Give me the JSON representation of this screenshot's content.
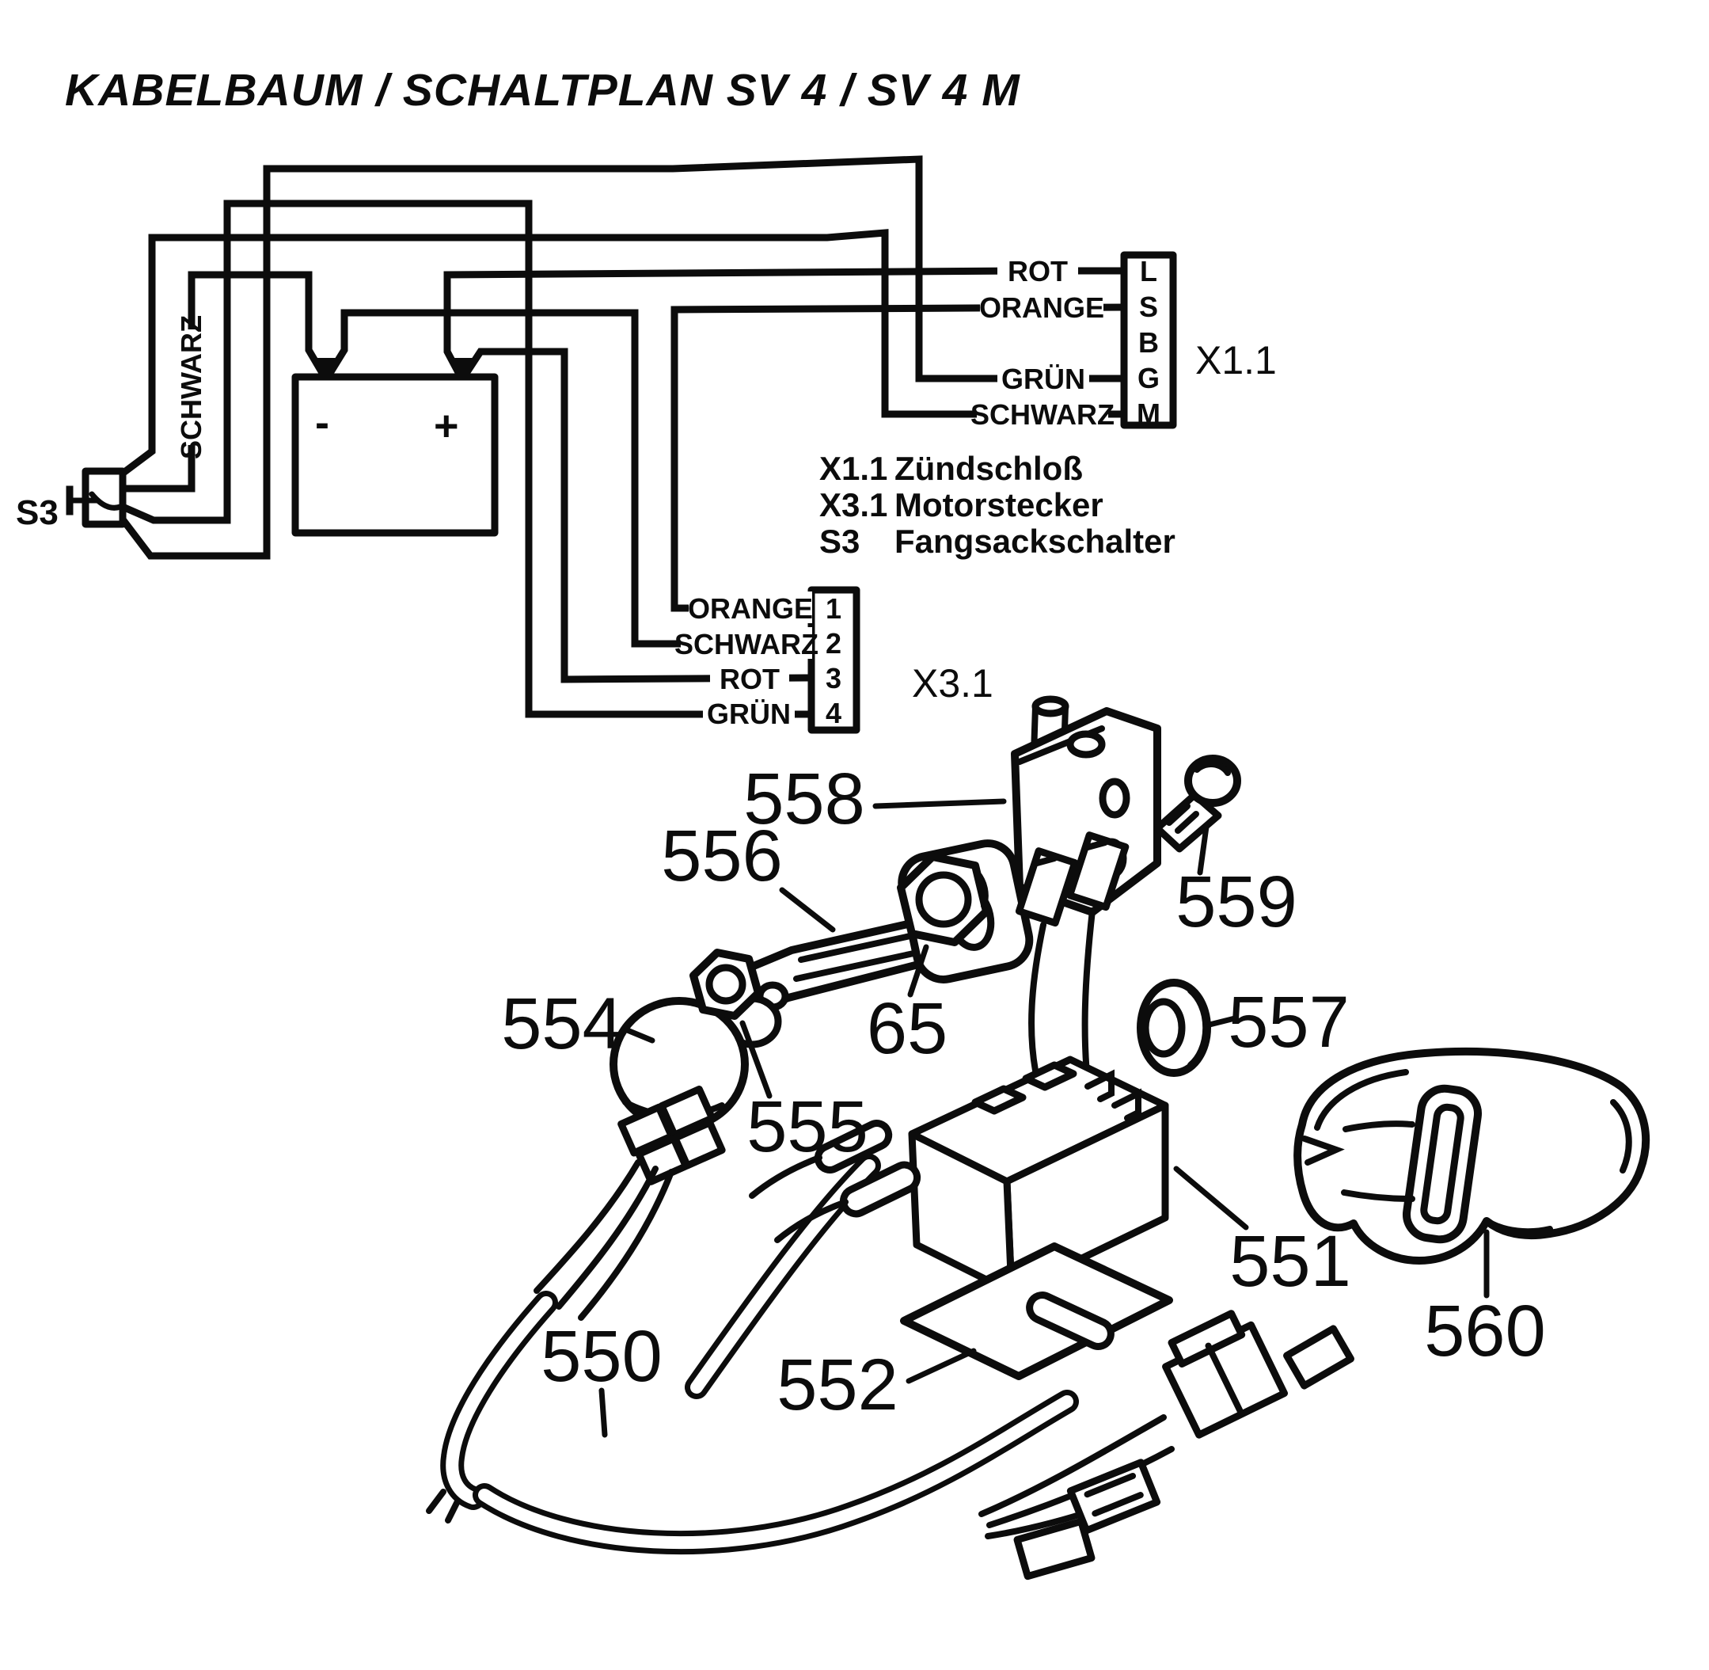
{
  "title": "KABELBAUM / SCHALTPLAN SV 4 / SV 4 M",
  "schematic": {
    "s3_label": "S3",
    "schwarz_vertical_label": "SCHWARZ",
    "battery": {
      "minus_label": "-",
      "plus_label": "+"
    },
    "x11": {
      "name": "X1.1",
      "pins": [
        "L",
        "S",
        "B",
        "G",
        "M"
      ],
      "wires": {
        "rot": "ROT",
        "orange": "ORANGE",
        "gruen": "GRÜN",
        "schwarz": "SCHWARZ"
      }
    },
    "x31": {
      "name": "X3.1",
      "pins": [
        "1",
        "2",
        "3",
        "4"
      ],
      "wires": {
        "orange": "ORANGE",
        "schwarz": "SCHWARZ",
        "rot": "ROT",
        "gruen": "GRÜN"
      }
    },
    "legend": [
      {
        "key": "X1.1",
        "label": "Zündschloß"
      },
      {
        "key": "X3.1",
        "label": "Motorstecker"
      },
      {
        "key": "S3",
        "label": "Fangsackschalter"
      }
    ]
  },
  "parts": {
    "p550": {
      "number": "550"
    },
    "p551": {
      "number": "551"
    },
    "p552": {
      "number": "552"
    },
    "p554": {
      "number": "554"
    },
    "p555": {
      "number": "555"
    },
    "p556": {
      "number": "556"
    },
    "p557": {
      "number": "557"
    },
    "p558": {
      "number": "558"
    },
    "p559": {
      "number": "559"
    },
    "p560": {
      "number": "560"
    },
    "p65": {
      "number": "65"
    }
  }
}
